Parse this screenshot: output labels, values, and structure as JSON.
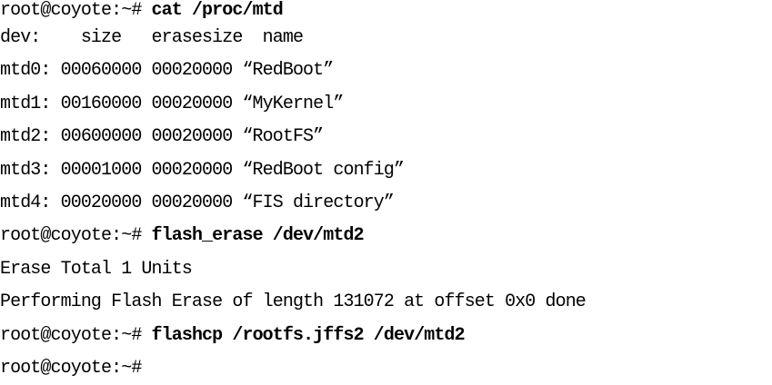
{
  "terminal": {
    "prompt": "root@coyote:~#",
    "commands": {
      "cat": "cat /proc/mtd",
      "erase": "flash_erase /dev/mtd2",
      "flashcp": "flashcp /rootfs.jffs2 /dev/mtd2"
    },
    "mtd_header": "dev:    size   erasesize  name",
    "mtd_rows": [
      "mtd0: 00060000 00020000 “RedBoot”",
      "mtd1: 00160000 00020000 “MyKernel”",
      "mtd2: 00600000 00020000 “RootFS”",
      "mtd3: 00001000 00020000 “RedBoot config”",
      "mtd4: 00020000 00020000 “FIS directory”"
    ],
    "erase_output": [
      "Erase Total 1 Units",
      "Performing Flash Erase of length 131072 at offset 0x0 done"
    ]
  }
}
